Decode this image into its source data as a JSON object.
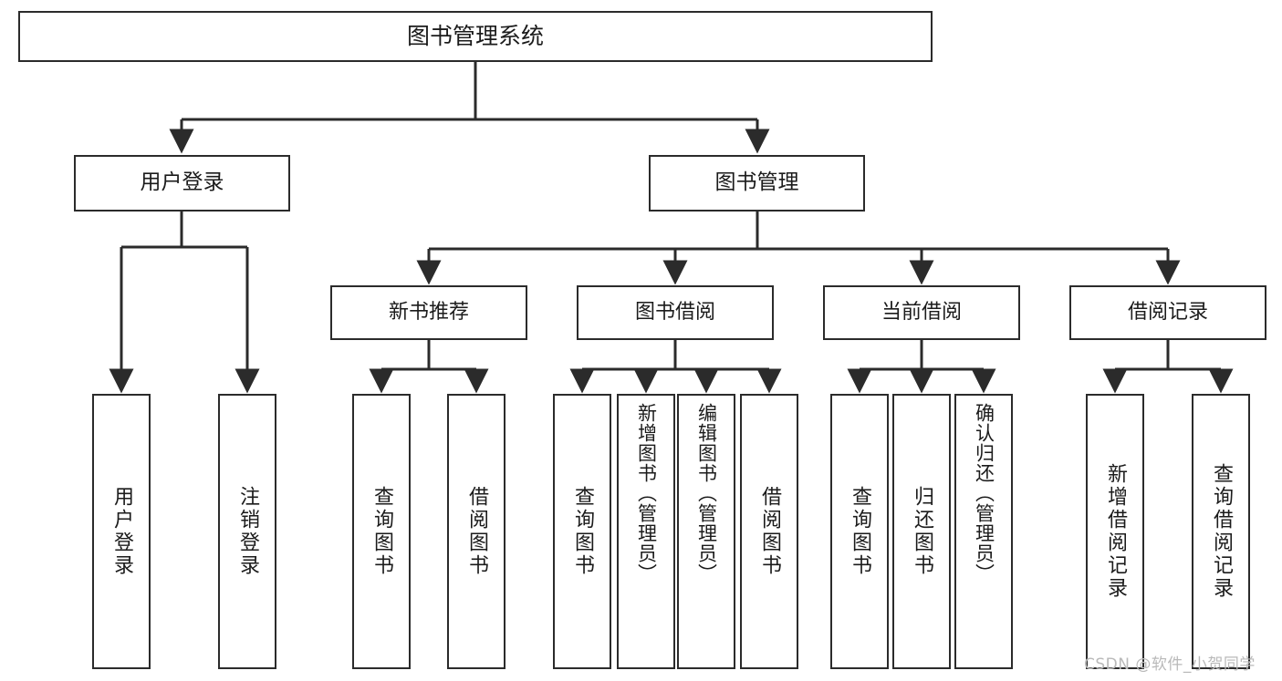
{
  "diagram": {
    "title": "图书管理系统",
    "type": "tree",
    "root": {
      "label": "图书管理系统"
    },
    "level2": [
      {
        "label": "用户登录"
      },
      {
        "label": "图书管理"
      }
    ],
    "level3": [
      {
        "label": "新书推荐"
      },
      {
        "label": "图书借阅"
      },
      {
        "label": "当前借阅"
      },
      {
        "label": "借阅记录"
      }
    ],
    "leaves": {
      "user_login": [
        {
          "label": "用户登录"
        },
        {
          "label": "注销登录"
        }
      ],
      "new_book": [
        {
          "label": "查询图书"
        },
        {
          "label": "借阅图书"
        }
      ],
      "book_borrow": [
        {
          "label": "查询图书"
        },
        {
          "label": "新增图书（管理员）"
        },
        {
          "label": "编辑图书（管理员）"
        },
        {
          "label": "借阅图书"
        }
      ],
      "current_borrow": [
        {
          "label": "查询图书"
        },
        {
          "label": "归还图书"
        },
        {
          "label": "确认归还（管理员）"
        }
      ],
      "borrow_record": [
        {
          "label": "新增借阅记录"
        },
        {
          "label": "查询借阅记录"
        }
      ]
    }
  },
  "watermark": {
    "text": "CSDN @软件_小贺同学"
  },
  "colors": {
    "stroke": "#2b2b2b",
    "fill": "#ffffff",
    "text": "#1b1b1b",
    "watermark": "#b9b9b9"
  }
}
